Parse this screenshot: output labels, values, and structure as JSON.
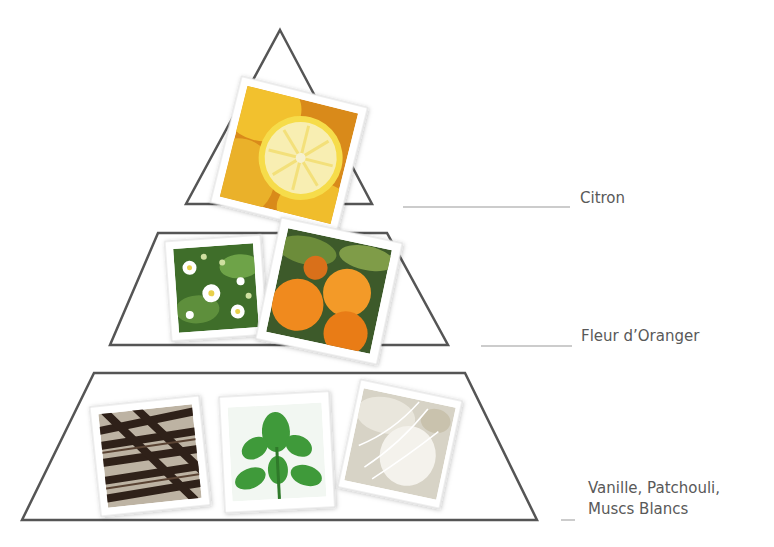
{
  "diagram": {
    "labels": [
      "Citron",
      "Fleur d’Oranger",
      "Vanille, Patchouli, Muscs Blancs"
    ]
  }
}
